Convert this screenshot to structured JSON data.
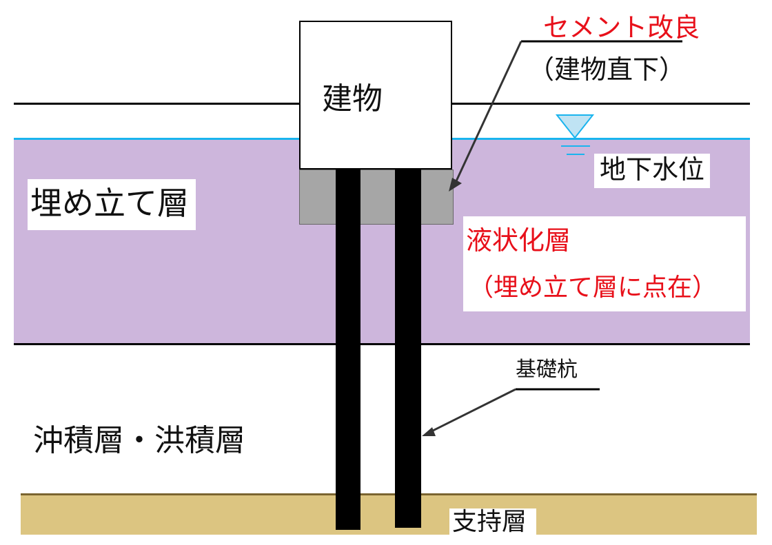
{
  "building": {
    "label": "建物"
  },
  "cement": {
    "title": "セメント改良",
    "sub": "（建物直下）"
  },
  "groundwater": {
    "label": "地下水位"
  },
  "reclaimed": {
    "label": "埋め立て層"
  },
  "liquefaction": {
    "title": "液状化層",
    "sub": "（埋め立て層に点在）"
  },
  "piles": {
    "label": "基礎杭"
  },
  "alluvial": {
    "label": "沖積層・洪積層"
  },
  "bearing": {
    "label": "支持層"
  },
  "colors": {
    "reclaimed_fill": "#cdb6dc",
    "water_line": "#19b4ee",
    "cement_fill": "#a6a6a6",
    "bearing_fill": "#dcc581",
    "pile": "#000000",
    "accent_red": "#e8101a",
    "water_icon": "#bfe3f3"
  },
  "icons": {
    "water_level": "water-level-triangle-icon"
  }
}
